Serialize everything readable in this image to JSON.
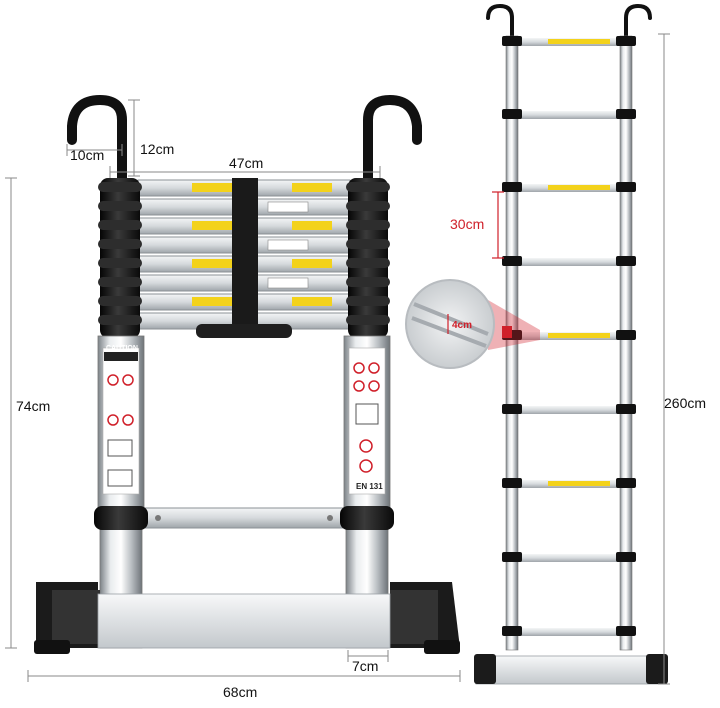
{
  "dimensions": {
    "hook_width": "10cm",
    "hook_height": "12cm",
    "folded_width": "47cm",
    "folded_height": "74cm",
    "base_width": "68cm",
    "leg_width": "7cm",
    "rung_spacing": "30cm",
    "extended_height": "260cm",
    "rung_depth": "4cm"
  },
  "labels": {
    "caution": "CAUTION",
    "standard": "EN 131"
  },
  "colors": {
    "aluminium": "#cfd3d6",
    "clamp": "#151515",
    "warning_label": "#f3d21b",
    "accent_red": "#d0202a"
  }
}
